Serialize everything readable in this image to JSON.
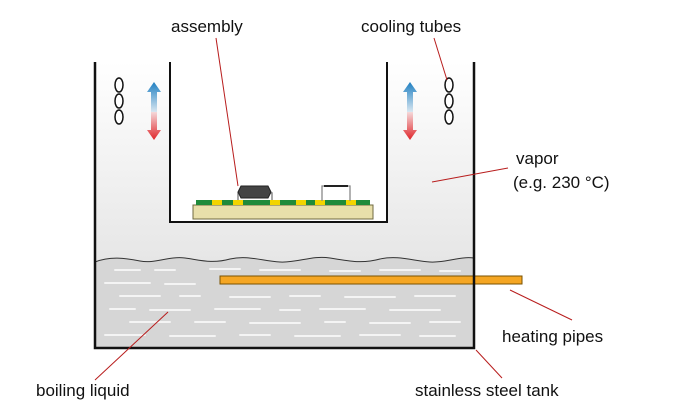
{
  "labels": {
    "assembly": "assembly",
    "cooling_tubes": "cooling tubes",
    "vapor_line1": "vapor",
    "vapor_line2": "(e.g. 230 °C)",
    "heating_pipes": "heating pipes",
    "boiling_liquid": "boiling liquid",
    "stainless_steel_tank": "stainless steel tank"
  },
  "colors": {
    "vapor_gradient_top": "#ffffff",
    "vapor_gradient_bottom": "#e6e6e6",
    "liquid": "#d6d6d6",
    "liquid_streaks": "#f4f4f4",
    "tank_walls": "#111111",
    "leader_lines": "#b81d1d",
    "heating_pipe": "#f5a623",
    "arrow_up": "#1f7fc1",
    "arrow_down": "#e0262b",
    "pcb_substrate": "#e8dfaa",
    "pcb_green": "#1f8a3a",
    "pad_yellow": "#f2d400",
    "component_dark": "#444444"
  },
  "icons": {
    "cooling_coil_left": "coil-icon",
    "cooling_coil_right": "coil-icon",
    "vapor_flow_arrow": "up-down-arrow-icon"
  }
}
